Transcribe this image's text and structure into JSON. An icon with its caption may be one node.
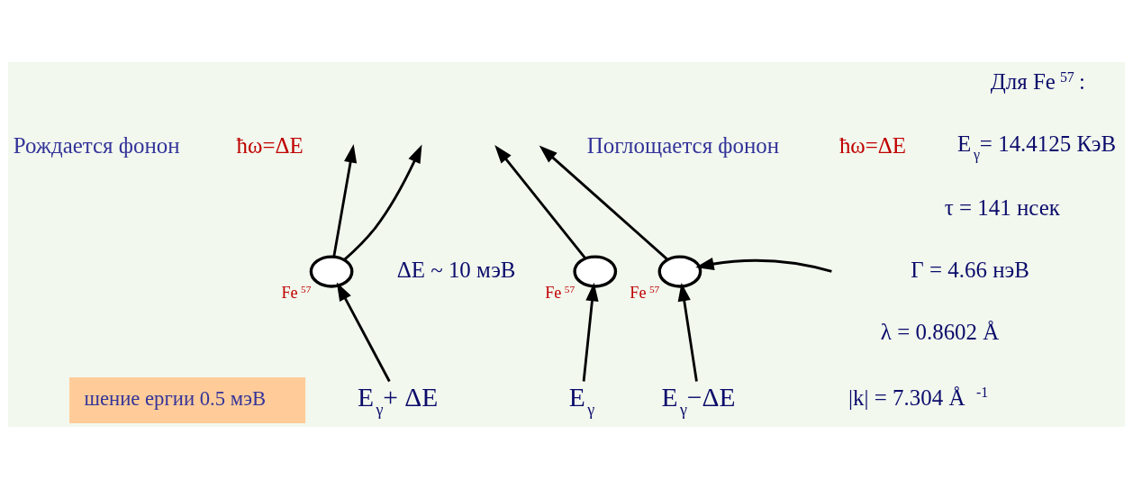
{
  "diagram": {
    "nodes": [
      {
        "text": [],
        "shape": "circle",
        "beside": [
          "Fe$^{57}$"
        ]
      },
      {
        "text": [],
        "shape": "circle",
        "beside": [
          "Fe$^{57}$"
        ]
      },
      {
        "text": [],
        "shape": "circle",
        "beside": [
          "Fe$^{57}$"
        ]
      },
      {
        "text": [
          "E$_{γ}$+ ΔE"
        ]
      },
      {
        "text": [
          "E$_{γ}$"
        ]
      },
      {
        "text": [
          "E$_{γ}$−ΔE"
        ]
      },
      {
        "text": [
          "шение ергии 0.5 мэВ"
        ]
      }
    ],
    "edges": [
      {
        "from": 3,
        "to": 0,
        "arrow": "to"
      },
      {
        "from": 0,
        "to": null,
        "arrow": "to"
      },
      {
        "from": 4,
        "to": 1,
        "arrow": "to"
      },
      {
        "from": 1,
        "to": null,
        "arrow": "to"
      },
      {
        "from": 5,
        "to": 2,
        "arrow": "to"
      },
      {
        "from": 2,
        "to": null,
        "arrow": "to"
      },
      {
        "from": 0,
        "to": null,
        "arrow": "to"
      },
      {
        "from": null,
        "to": 2,
        "arrow": "to"
      }
    ],
    "labels": [
      "Рождается фонон",
      "ħω=ΔE",
      "Поглощается фонон",
      "ħω=ΔE",
      "ΔE ~ 10 мэВ",
      "Для Fe$^{57}$ :",
      "E$_{γ}$= 14.4125 КэВ",
      "τ = 141 нсек",
      "Γ = 4.66 нэВ",
      "λ = 0.8602 Å",
      "|k| = 7.304 Å$^{-1}$"
    ]
  }
}
